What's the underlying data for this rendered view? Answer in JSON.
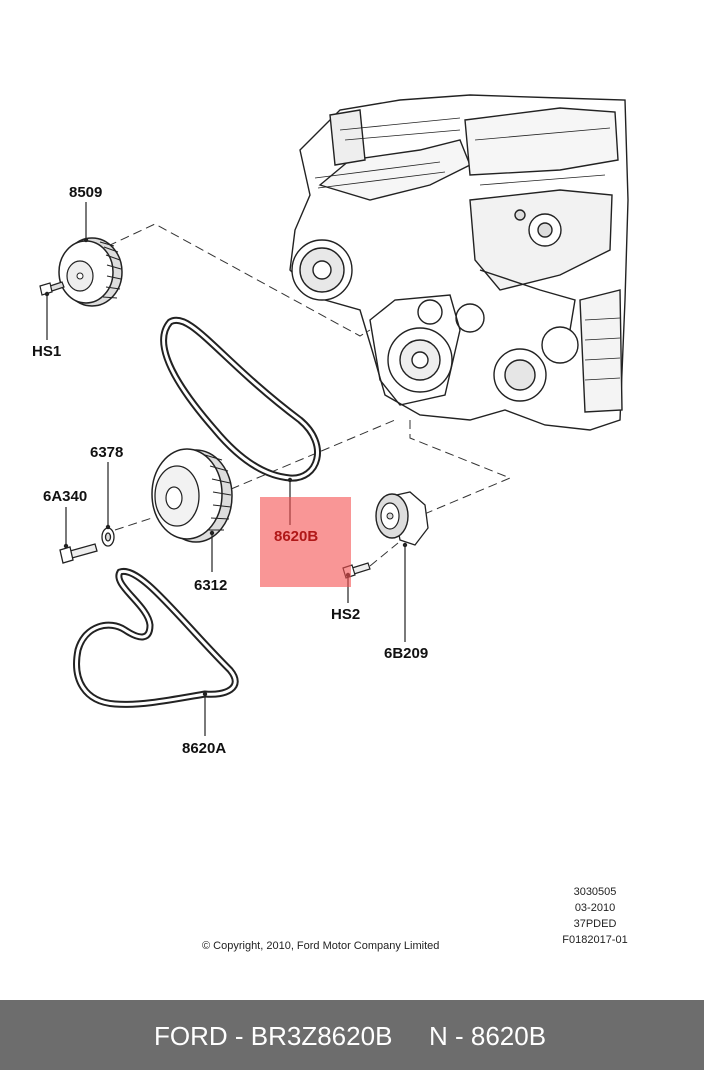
{
  "callouts": {
    "c8509": "8509",
    "hs1": "HS1",
    "c6378": "6378",
    "c6a340": "6A340",
    "c6312": "6312",
    "c8620b": "8620B",
    "hs2": "HS2",
    "c6b209": "6B209",
    "c8620a": "8620A"
  },
  "meta": {
    "line1": "3030505",
    "line2": "03-2010",
    "line3": "37PDED",
    "line4": "F0182017-01"
  },
  "copyright": "© Copyright, 2010, Ford Motor Company Limited",
  "footer": {
    "brand_part": "FORD - BR3Z8620B",
    "ref_part": "N - 8620B"
  },
  "colors": {
    "highlight": "#f55050",
    "footer_bg": "#6d6d6d"
  }
}
